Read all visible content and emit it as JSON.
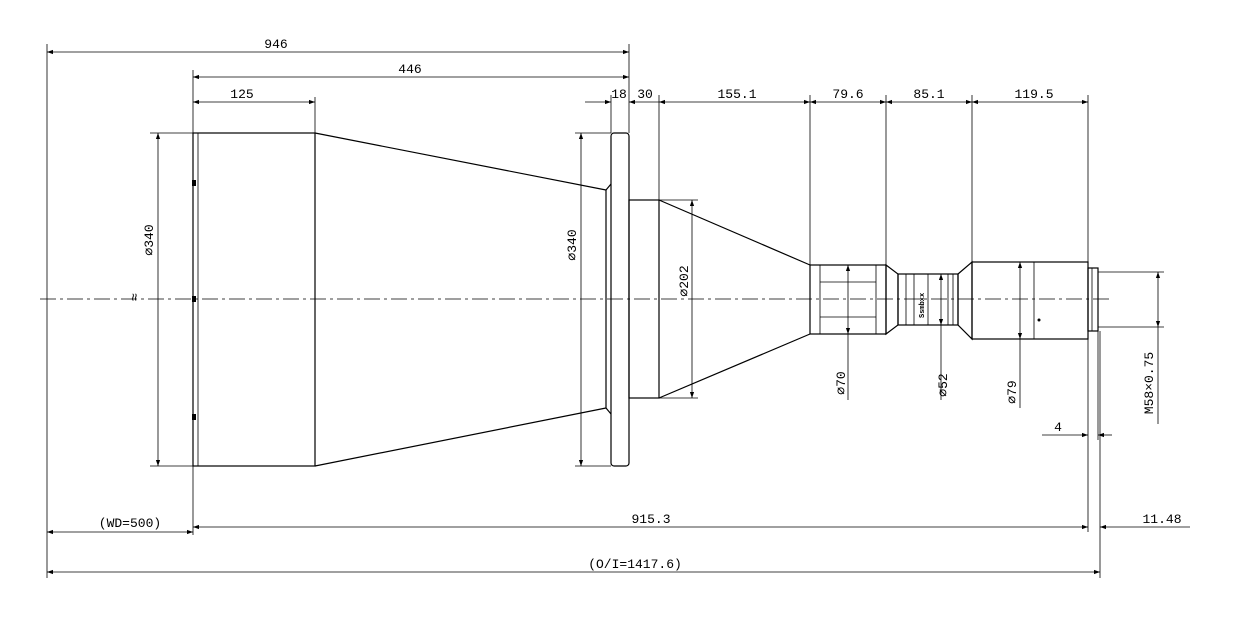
{
  "drawing": {
    "horizontal_dims": {
      "total_length": "946",
      "shroud_to_flange": "446",
      "front_barrel": "125",
      "flange_thickness": "18",
      "flange_step": "30",
      "cone_section": "155.1",
      "barrel_70": "79.6",
      "section_52": "85.1",
      "rear_barrel": "119.5",
      "working_distance": "(WD=500)",
      "lens_length": "915.3",
      "back_focus": "11.48",
      "object_to_image": "(O/I=1417.6)",
      "mount_depth": "4"
    },
    "diameter_dims": {
      "front": "340",
      "flange": "340",
      "cone_base": "202",
      "barrel_a": "70",
      "barrel_b": "52",
      "barrel_c": "79",
      "mount_thread": "M58×0.75"
    },
    "symbols": {
      "diameter": "⌀",
      "break_mark": "≈"
    },
    "engraving": "Ssmbxx"
  }
}
